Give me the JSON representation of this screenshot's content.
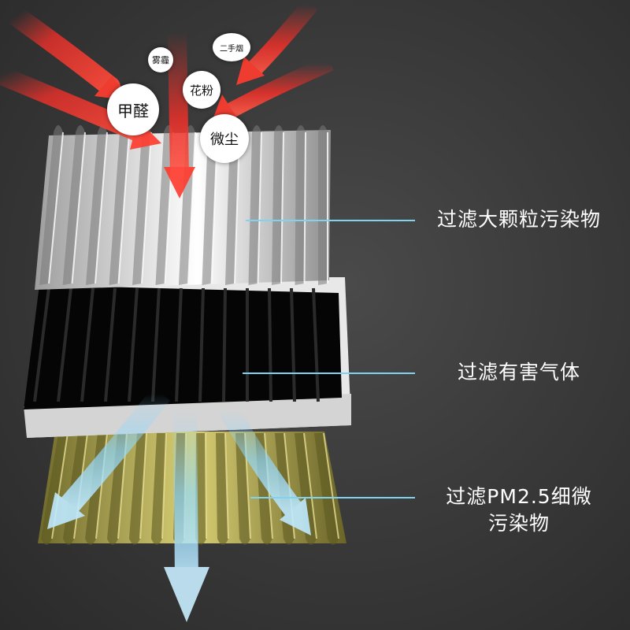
{
  "pollutants": [
    {
      "text": "雾霾"
    },
    {
      "text": "二手烟"
    },
    {
      "text": "甲醛"
    },
    {
      "text": "花粉"
    },
    {
      "text": "微尘"
    }
  ],
  "layers": [
    {
      "label_line1": "过滤大颗粒污染物",
      "label_line2": ""
    },
    {
      "label_line1": "过滤有害气体",
      "label_line2": ""
    },
    {
      "label_line1": "过滤PM2.5细微",
      "label_line2": "污染物"
    }
  ],
  "colors": {
    "incoming_arrow": "#e8302a",
    "outgoing_arrow": "#8fd8ff",
    "leader_line": "#7fd3f0",
    "layer_top": "#d9d9d9",
    "layer_middle": "#050505",
    "layer_bottom": "#b3a750"
  }
}
